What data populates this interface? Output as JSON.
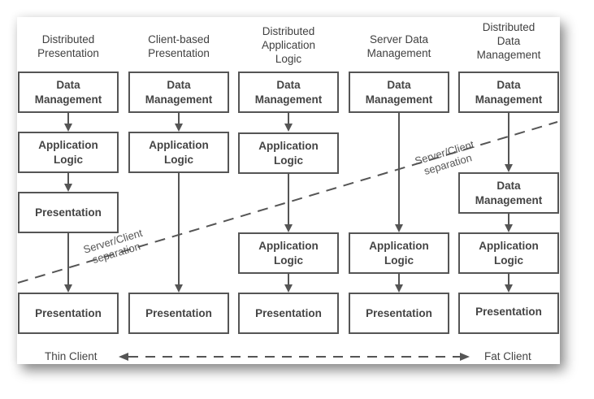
{
  "columns": [
    {
      "title": "Distributed Presentation",
      "title_lines": [
        "Distributed",
        "Presentation"
      ],
      "boxes": [
        "Data Management",
        "Application Logic",
        "Presentation",
        "Presentation"
      ]
    },
    {
      "title": "Client-based Presentation",
      "title_lines": [
        "Client-based",
        "Presentation"
      ],
      "boxes": [
        "Data Management",
        "Application Logic",
        "Presentation"
      ]
    },
    {
      "title": "Distributed Application Logic",
      "title_lines": [
        "Distributed",
        "Application",
        "Logic"
      ],
      "boxes": [
        "Data Management",
        "Application Logic",
        "Application Logic",
        "Presentation"
      ]
    },
    {
      "title": "Server Data Management",
      "title_lines": [
        "Server Data",
        "Management"
      ],
      "boxes": [
        "Data Management",
        "Application Logic",
        "Presentation"
      ]
    },
    {
      "title": "Distributed Data Management",
      "title_lines": [
        "Distributed",
        "Data",
        "Management"
      ],
      "boxes": [
        "Data Management",
        "Data Management",
        "Application Logic",
        "Presentation"
      ]
    }
  ],
  "labels": {
    "data_management": [
      "Data",
      "Management"
    ],
    "application_logic": [
      "Application",
      "Logic"
    ],
    "presentation": "Presentation"
  },
  "separation": {
    "line1": "Server/Client",
    "line2": "separation"
  },
  "axis": {
    "left": "Thin Client",
    "right": "Fat Client"
  },
  "colors": {
    "line": "#555555",
    "text": "#444444"
  }
}
